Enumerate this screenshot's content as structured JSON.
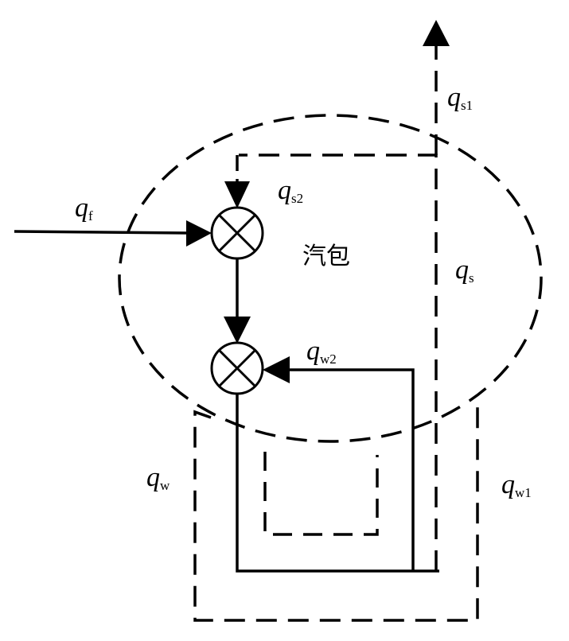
{
  "labels": {
    "qf": {
      "base": "q",
      "sub": "f"
    },
    "qs1": {
      "base": "q",
      "sub": "s1"
    },
    "qs2": {
      "base": "q",
      "sub": "s2"
    },
    "qs": {
      "base": "q",
      "sub": "s"
    },
    "qw": {
      "base": "q",
      "sub": "w"
    },
    "qw1": {
      "base": "q",
      "sub": "w1"
    },
    "qw2": {
      "base": "q",
      "sub": "w2"
    },
    "drum": "汽包"
  }
}
